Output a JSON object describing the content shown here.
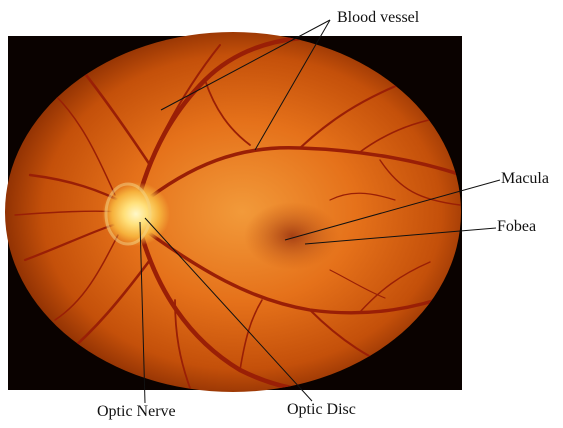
{
  "labels": {
    "blood_vessel": "Blood vessel",
    "macula": "Macula",
    "fobea": "Fobea",
    "optic_nerve": "Optic Nerve",
    "optic_disc": "Optic Disc"
  },
  "colors": {
    "background_photo": "#0a0200",
    "fundus_outer": "#8f2e00",
    "fundus_mid": "#d8620c",
    "fundus_center": "#f08a2a",
    "optic_disc": "#ffe9a0",
    "macula": "#9c3a10",
    "vessel": "#9a1f06",
    "leader_line": "#111111"
  }
}
